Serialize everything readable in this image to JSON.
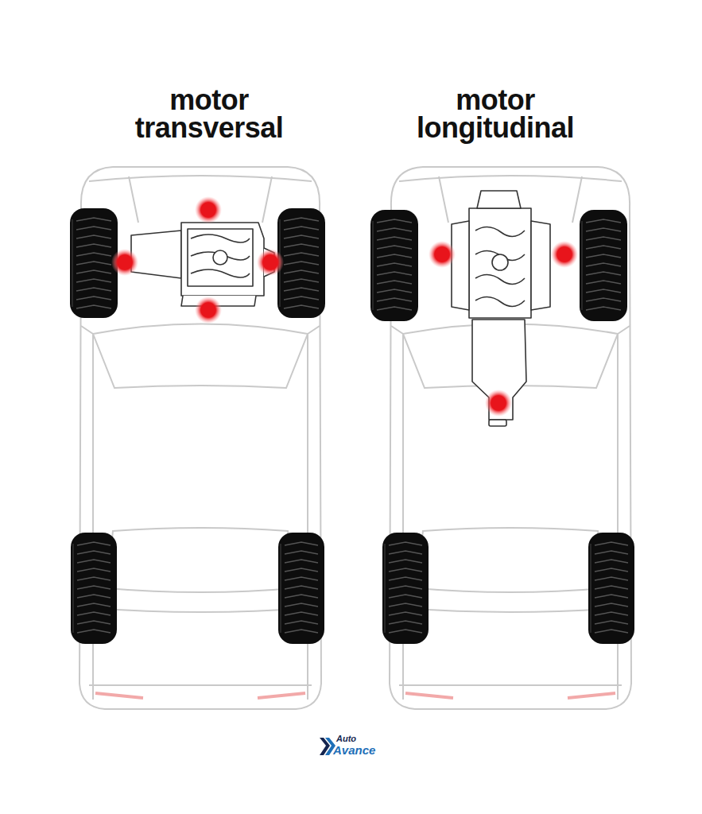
{
  "diagram": {
    "labels": [
      "motor transversal",
      "motor longitudinal",
      "Auto",
      "Avance"
    ]
  }
}
